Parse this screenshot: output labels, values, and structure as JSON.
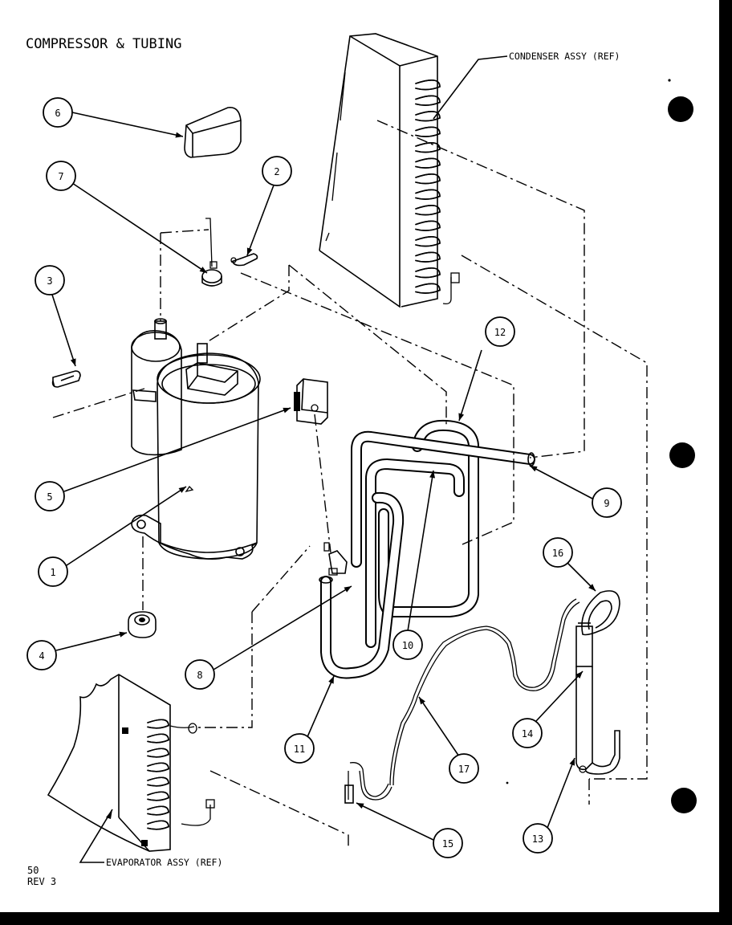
{
  "title": "COMPRESSOR & TUBING",
  "refs": {
    "condenser": "CONDENSER ASSY (REF)",
    "evaporator": "EVAPORATOR ASSY (REF)"
  },
  "footer": {
    "page": "50",
    "revision": "REV 3"
  },
  "callouts": [
    {
      "id": "c1",
      "label": "1"
    },
    {
      "id": "c2",
      "label": "2"
    },
    {
      "id": "c3",
      "label": "3"
    },
    {
      "id": "c4",
      "label": "4"
    },
    {
      "id": "c5",
      "label": "5"
    },
    {
      "id": "c6",
      "label": "6"
    },
    {
      "id": "c7",
      "label": "7"
    },
    {
      "id": "c8",
      "label": "8"
    },
    {
      "id": "c9",
      "label": "9"
    },
    {
      "id": "c10",
      "label": "10"
    },
    {
      "id": "c11",
      "label": "11"
    },
    {
      "id": "c12",
      "label": "12"
    },
    {
      "id": "c13",
      "label": "13"
    },
    {
      "id": "c14",
      "label": "14"
    },
    {
      "id": "c15",
      "label": "15"
    },
    {
      "id": "c16",
      "label": "16"
    },
    {
      "id": "c17",
      "label": "17"
    }
  ]
}
